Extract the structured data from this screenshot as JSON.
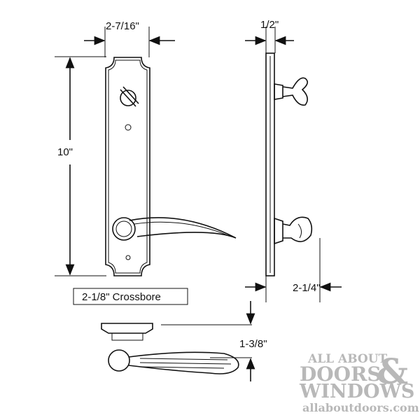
{
  "dimensions": {
    "plate_width": "2-7/16\"",
    "plate_height": "10\"",
    "plate_thickness": "1/2\"",
    "projection": "2-1/4\"",
    "crossbore": "2-1/8\" Crossbore",
    "lever_offset": "1-3/8\""
  },
  "watermark": {
    "line1": "ALL ABOUT",
    "line2": "DOORS",
    "ampersand": "&",
    "line3": "WINDOWS",
    "url": "allaboutdoors.com",
    "color": "#b8b8b8"
  }
}
